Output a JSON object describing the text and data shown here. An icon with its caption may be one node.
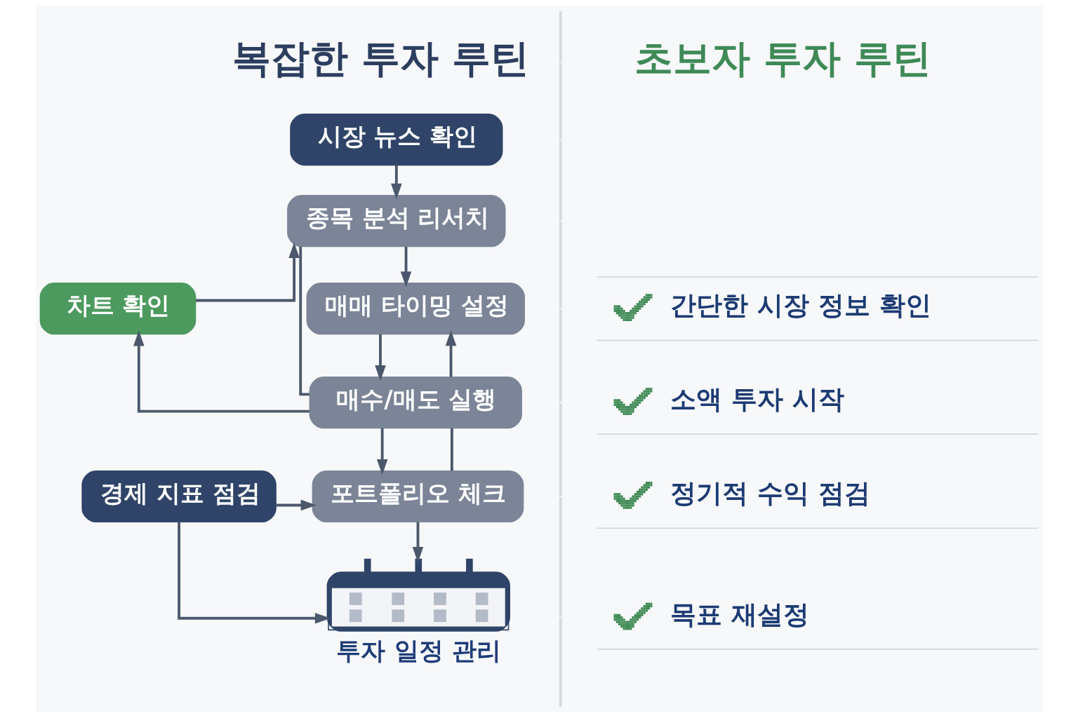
{
  "diagram": {
    "nodes": [
      {
        "text": [
          "시장 뉴스 확인"
        ]
      },
      {
        "text": [
          "종목 분석 리서치"
        ]
      },
      {
        "text": [
          "차트 확인"
        ]
      },
      {
        "text": [
          "매매 타이밍 설정"
        ]
      },
      {
        "text": [
          "매수/매도 실행"
        ]
      },
      {
        "text": [
          "경제 지표 점검"
        ]
      },
      {
        "text": [
          "포트폴리오 체크"
        ]
      },
      {
        "text": [
          "투자 일정 관리"
        ]
      }
    ],
    "edges": [
      {
        "from": 0,
        "to": 1,
        "arrow": "to"
      },
      {
        "from": 1,
        "to": 3,
        "arrow": "to"
      },
      {
        "from": 3,
        "to": 4,
        "arrow": "to"
      },
      {
        "from": 4,
        "to": 2,
        "arrow": "to"
      },
      {
        "from": 2,
        "to": 1,
        "arrow": "to"
      },
      {
        "from": 4,
        "to": 3,
        "arrow": "to"
      },
      {
        "from": 1,
        "to": 4,
        "arrow": "none"
      },
      {
        "from": 5,
        "to": 6,
        "arrow": "to"
      },
      {
        "from": 4,
        "to": 6,
        "arrow": "to"
      },
      {
        "from": 4,
        "to": 6,
        "arrow": "none"
      },
      {
        "from": 5,
        "to": 7,
        "arrow": "to"
      },
      {
        "from": 6,
        "to": 7,
        "arrow": "to"
      }
    ],
    "labels": [
      "복잡한 투자 루틴",
      "초보자 투자 루틴",
      "간단한 시장 정보 확인",
      "소액 투자 시작",
      "정기적 수익 점검",
      "목표 재설정"
    ]
  }
}
